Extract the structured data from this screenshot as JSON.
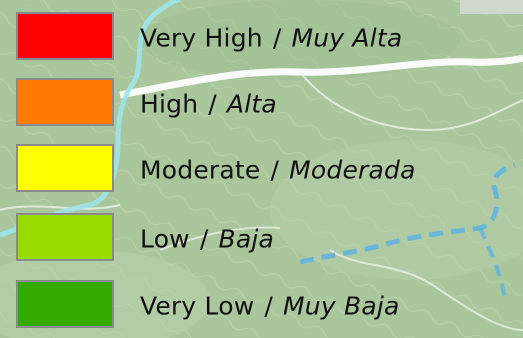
{
  "legend": {
    "items": [
      {
        "en": "Very High",
        "sep": "/",
        "es": "Muy Alta",
        "color": "#ff0000"
      },
      {
        "en": "High",
        "sep": "/",
        "es": "Alta",
        "color": "#ff7a00"
      },
      {
        "en": "Moderate",
        "sep": "/",
        "es": "Moderada",
        "color": "#ffff00"
      },
      {
        "en": "Low",
        "sep": "/",
        "es": "Baja",
        "color": "#99dd00"
      },
      {
        "en": "Very Low",
        "sep": "/",
        "es": "Muy Baja",
        "color": "#33aa00"
      }
    ]
  },
  "map": {
    "background_color": "#a9c69c",
    "river_color": "#9fe3ea",
    "stream_color": "#5fb3e0",
    "road_color": "#ffffff"
  }
}
